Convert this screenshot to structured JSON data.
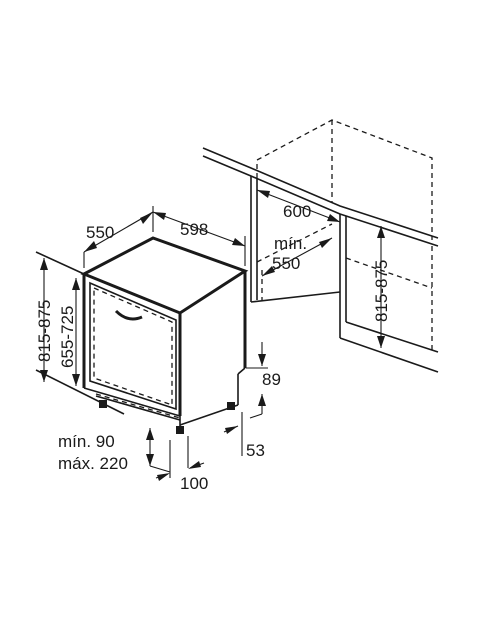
{
  "dimensions": {
    "depth": "550",
    "width": "598",
    "niche_width": "600",
    "niche_depth_min_label": "mín.",
    "niche_depth_min": "550",
    "niche_height": "815-875",
    "appliance_height": "815-875",
    "door_height": "655-725",
    "plinth_height": "89",
    "plinth_setback": "53",
    "foot_clearance_min": "mín. 90",
    "foot_clearance_max": "máx. 220",
    "foot_offset": "100"
  }
}
